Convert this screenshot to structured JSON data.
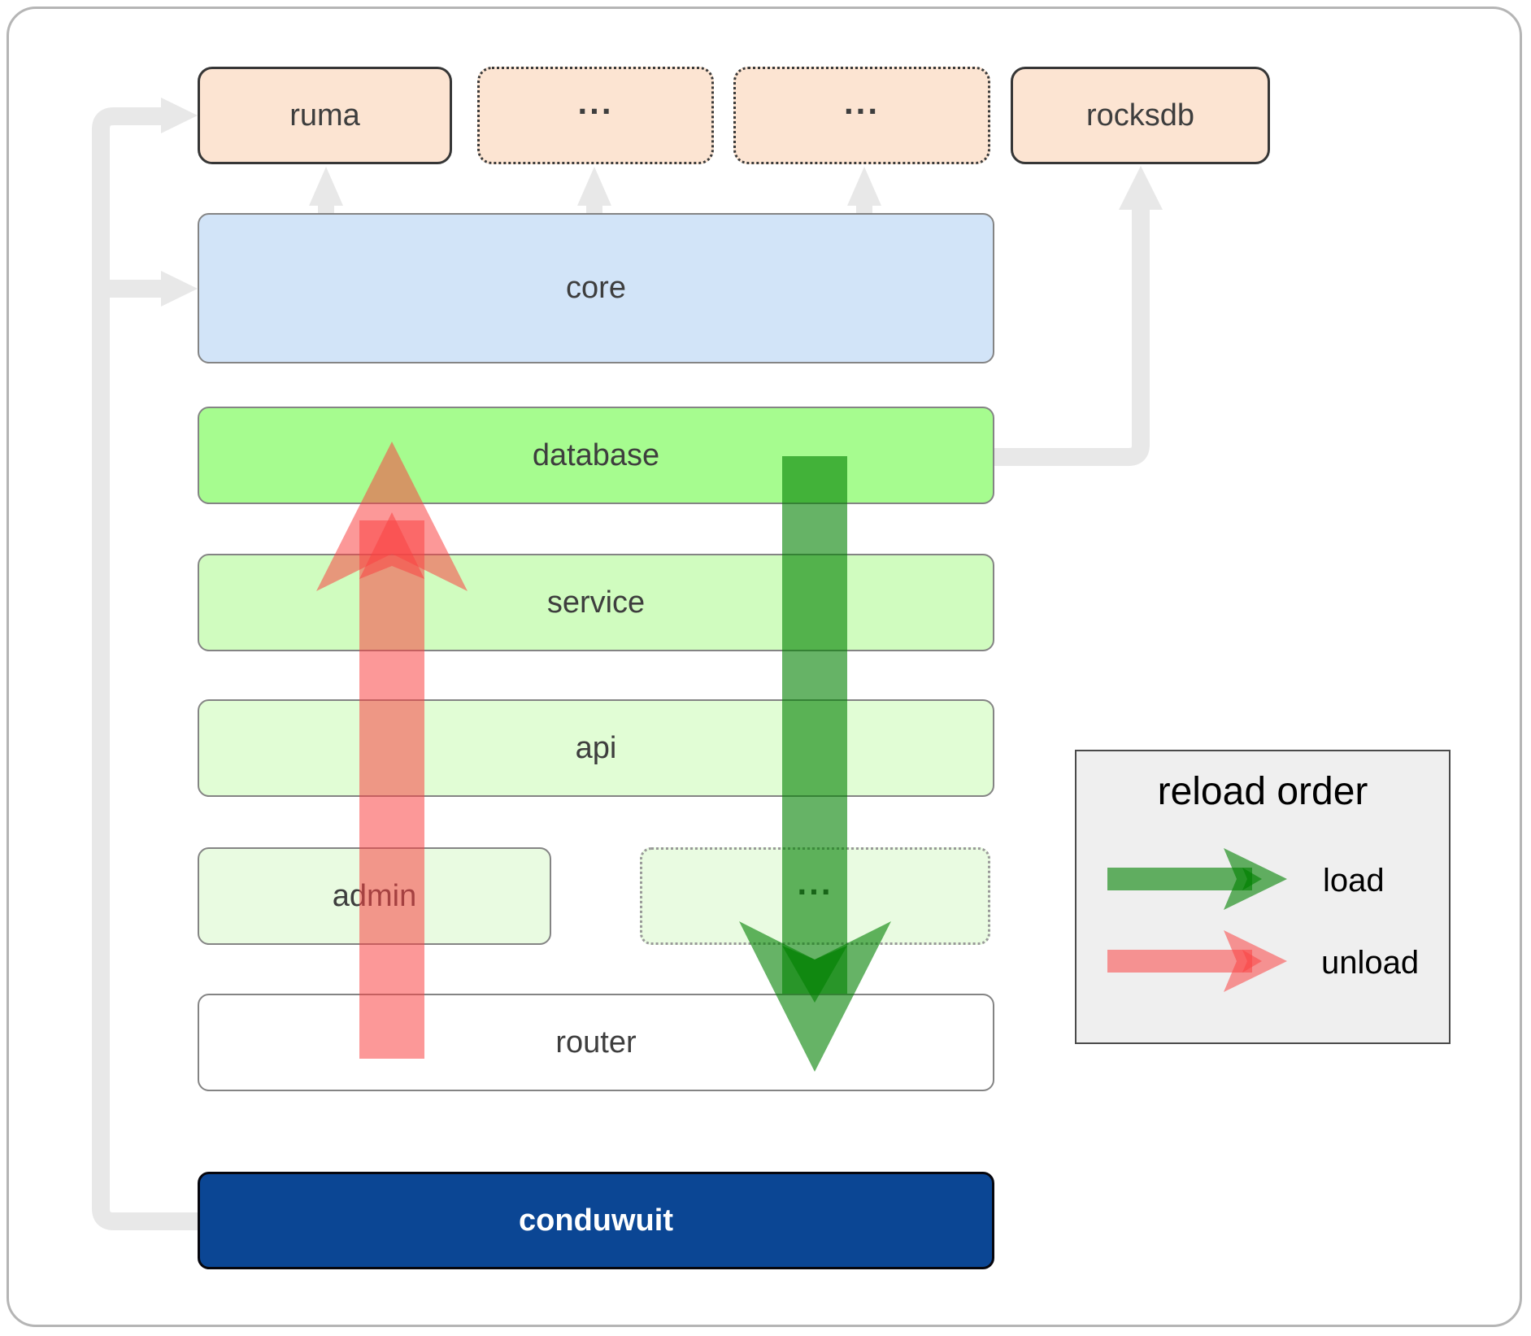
{
  "diagram": {
    "top_row": [
      {
        "label": "ruma",
        "border": "solid"
      },
      {
        "label": "...",
        "border": "dotted"
      },
      {
        "label": "...",
        "border": "dotted"
      },
      {
        "label": "rocksdb",
        "border": "solid"
      }
    ],
    "layers": [
      {
        "label": "core"
      },
      {
        "label": "database"
      },
      {
        "label": "service"
      },
      {
        "label": "api"
      }
    ],
    "admin_row": [
      {
        "label": "admin",
        "border": "solid"
      },
      {
        "label": "...",
        "border": "dotted"
      }
    ],
    "router": {
      "label": "router"
    },
    "app": {
      "label": "conduwuit"
    },
    "legend": {
      "title": "reload order",
      "items": [
        {
          "label": "load",
          "color": "#008000"
        },
        {
          "label": "unload",
          "color": "#f94444"
        }
      ]
    },
    "colors": {
      "load_arrow_green": "#008000",
      "unload_arrow_red": "#f94444",
      "connector_gray": "#e8e8e8",
      "module_peach": "#fce4d2",
      "core_blue": "#d2e4f8",
      "database_green": "#a6fc8f",
      "service_green": "#d0fcbf",
      "api_green": "#e1fdd5",
      "admin_green": "#e9fbe1",
      "router_white": "#ffffff",
      "conduwuit_blue": "#0b4694",
      "legend_bg": "#efefef"
    }
  }
}
